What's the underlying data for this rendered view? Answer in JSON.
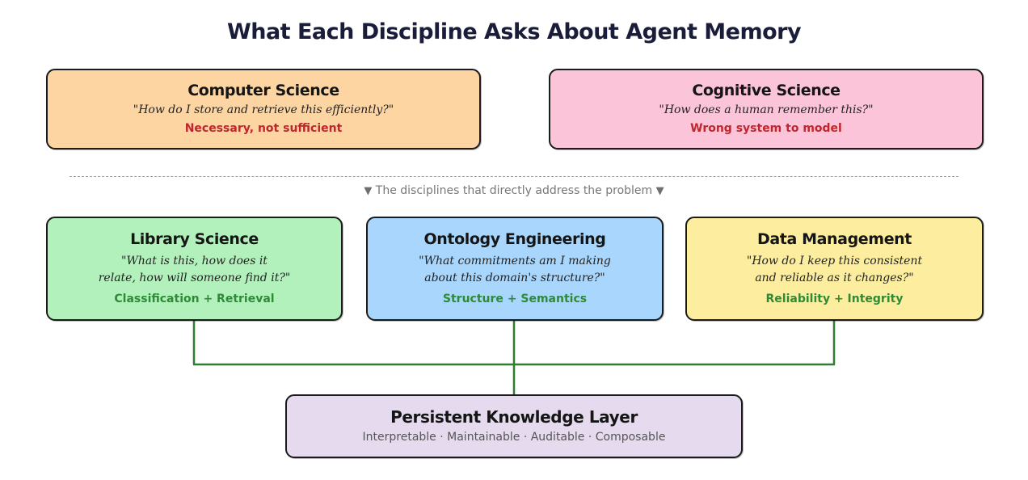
{
  "title": "What Each Discipline Asks About Agent Memory",
  "top_boxes": [
    {
      "title": "Computer Science",
      "question": "\"How do I store and retrieve this efficiently?\"",
      "tag": "Necessary, not sufficient",
      "fill": "#fdd5a3",
      "tag_color": "#c0262c"
    },
    {
      "title": "Cognitive Science",
      "question": "\"How does a human remember this?\"",
      "tag": "Wrong system to model",
      "fill": "#fbc4d9",
      "tag_color": "#c0262c"
    }
  ],
  "divider": {
    "label": "The disciplines that directly address the problem",
    "marker": "▼"
  },
  "middle_boxes": [
    {
      "title": "Library Science",
      "question_line1": "\"What is this, how does it",
      "question_line2": "relate, how will someone find it?\"",
      "tag": "Classification + Retrieval",
      "fill": "#b2f1bb",
      "tag_color": "#2e8b35"
    },
    {
      "title": "Ontology Engineering",
      "question_line1": "\"What commitments am I making",
      "question_line2": "about this domain's structure?\"",
      "tag": "Structure + Semantics",
      "fill": "#a8d6fc",
      "tag_color": "#2e8b35"
    },
    {
      "title": "Data Management",
      "question_line1": "\"How do I keep this consistent",
      "question_line2": "and reliable as it changes?\"",
      "tag": "Reliability + Integrity",
      "fill": "#fdee9f",
      "tag_color": "#2e8b35"
    }
  ],
  "bottom_box": {
    "title": "Persistent Knowledge Layer",
    "subtitle": "Interpretable · Maintainable · Auditable · Composable",
    "fill": "#e6dbee"
  },
  "connector_color": "#2e7d32"
}
